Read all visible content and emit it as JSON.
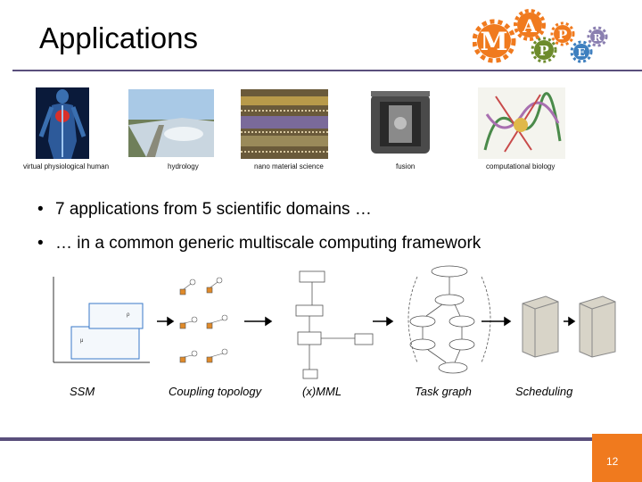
{
  "slide": {
    "title": "Applications",
    "page_number": "12"
  },
  "logo": {
    "letters": [
      "M",
      "A",
      "P",
      "P",
      "E",
      "R"
    ],
    "colors": {
      "orange": "#f07a1e",
      "green": "#6d8b2c",
      "blue": "#3e7fbf",
      "purple": "#8a7fb0"
    }
  },
  "applications": [
    {
      "caption": "virtual physiological human"
    },
    {
      "caption": "hydrology"
    },
    {
      "caption": "nano material science"
    },
    {
      "caption": "fusion"
    },
    {
      "caption": "computational biology"
    }
  ],
  "bullets": [
    "7 applications from 5 scientific domains …",
    "… in a common generic multiscale computing framework"
  ],
  "pipeline": [
    {
      "label": "SSM"
    },
    {
      "label": "Coupling topology"
    },
    {
      "label": "(x)MML"
    },
    {
      "label": "Task graph"
    },
    {
      "label": "Scheduling"
    }
  ],
  "colors": {
    "accent": "#5a4f7c",
    "page_box": "#f07a1e"
  }
}
